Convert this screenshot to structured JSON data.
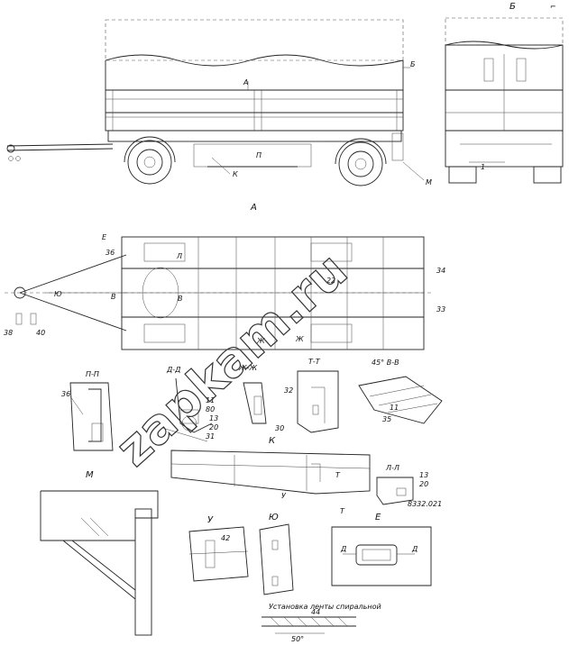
{
  "views": {
    "a": "А",
    "b": "Б",
    "b_arrow": "Б",
    "a_arrow": "А",
    "k": "К",
    "p": "П",
    "m_arrow": "М",
    "e_arrow": "Е",
    "l_arrow": "Л",
    "v_arrow_left": "В",
    "v_arrow_right": "В",
    "yu": "Ю",
    "zh": "Ж",
    "zh2": "Ж",
    "d": "Д",
    "d2": "Д",
    "t": "Т",
    "t2": "Т",
    "u": "У"
  },
  "callouts": {
    "c1": "1",
    "c34": "34",
    "c36_plan": "36",
    "c22": "22",
    "c33": "33",
    "c38": "38",
    "c40": "40",
    "c36_pp": "36",
    "c11": "11",
    "c80": "80",
    "c13": "13",
    "c20": "20",
    "c31": "31",
    "c30": "30",
    "c32": "32",
    "c11b": "11",
    "c35": "35",
    "c13b": "13",
    "c20b": "20",
    "c42": "42",
    "c44": "44"
  },
  "sections": {
    "pp": "П-П",
    "dd": "Д-Д",
    "zhzh": "Ж-Ж",
    "tt": "Т-Т",
    "vv": "45° В-В",
    "m": "М",
    "k": "К",
    "ll": "Л-Л",
    "u": "У",
    "yu": "Ю",
    "e": "Е",
    "spiral": "Установка ленты спиральной",
    "dim50": "50°",
    "part_no": "8332.021",
    "corner_mark": "⌐"
  },
  "watermark": "zapkam.ru"
}
